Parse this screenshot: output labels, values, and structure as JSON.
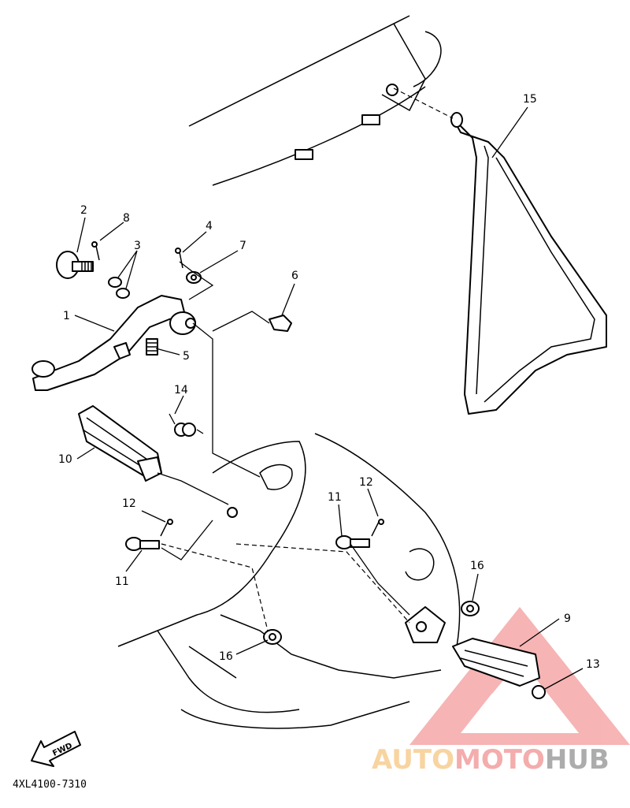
{
  "callouts": [
    {
      "id": "c1",
      "text": "1"
    },
    {
      "id": "c2",
      "text": "2"
    },
    {
      "id": "c3",
      "text": "3"
    },
    {
      "id": "c4",
      "text": "4"
    },
    {
      "id": "c5",
      "text": "5"
    },
    {
      "id": "c6",
      "text": "6"
    },
    {
      "id": "c7",
      "text": "7"
    },
    {
      "id": "c8",
      "text": "8"
    },
    {
      "id": "c9",
      "text": "9"
    },
    {
      "id": "c10",
      "text": "10"
    },
    {
      "id": "c11a",
      "text": "11"
    },
    {
      "id": "c11b",
      "text": "11"
    },
    {
      "id": "c12a",
      "text": "12"
    },
    {
      "id": "c12b",
      "text": "12"
    },
    {
      "id": "c13",
      "text": "13"
    },
    {
      "id": "c14",
      "text": "14"
    },
    {
      "id": "c15",
      "text": "15"
    },
    {
      "id": "c16a",
      "text": "16"
    },
    {
      "id": "c16b",
      "text": "16"
    }
  ],
  "fwd_label": "FWD",
  "diagram_code": "4XL4100-7310",
  "watermark": {
    "part1": "AUTO",
    "part2": "MOTO",
    "part3": "HUB",
    "color_light": "#f6c37a",
    "color_mid": "#f08a8a",
    "color_dark": "#8a8a8a"
  }
}
